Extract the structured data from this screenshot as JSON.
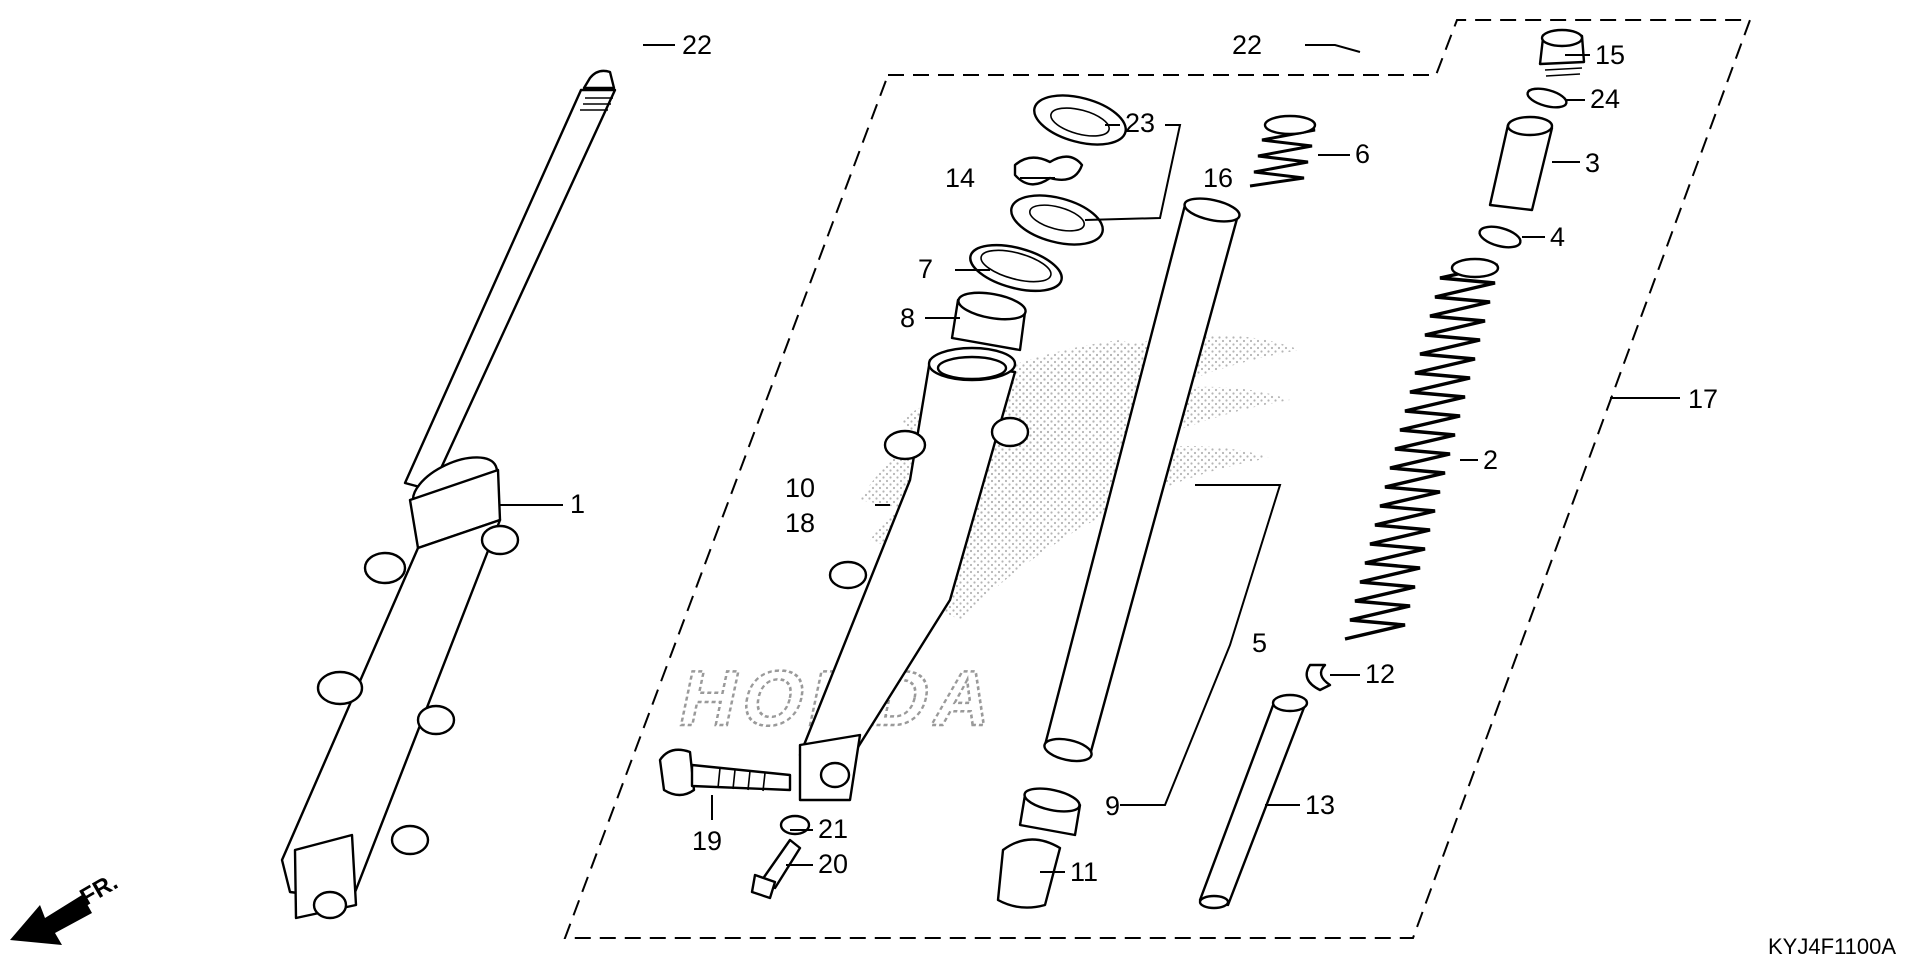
{
  "diagram": {
    "drawing_code": "KYJ4F1100A",
    "front_indicator": "FR.",
    "brand_watermark": "HONDA",
    "callouts": [
      {
        "id": "c1",
        "label": "1"
      },
      {
        "id": "c2",
        "label": "2"
      },
      {
        "id": "c3",
        "label": "3"
      },
      {
        "id": "c4",
        "label": "4"
      },
      {
        "id": "c5",
        "label": "5"
      },
      {
        "id": "c6",
        "label": "6"
      },
      {
        "id": "c7",
        "label": "7"
      },
      {
        "id": "c8",
        "label": "8"
      },
      {
        "id": "c9",
        "label": "9"
      },
      {
        "id": "c10",
        "label": "10"
      },
      {
        "id": "c11",
        "label": "11"
      },
      {
        "id": "c12",
        "label": "12"
      },
      {
        "id": "c13",
        "label": "13"
      },
      {
        "id": "c14",
        "label": "14"
      },
      {
        "id": "c15",
        "label": "15"
      },
      {
        "id": "c16",
        "label": "16"
      },
      {
        "id": "c17",
        "label": "17"
      },
      {
        "id": "c18",
        "label": "18"
      },
      {
        "id": "c19",
        "label": "19"
      },
      {
        "id": "c20",
        "label": "20"
      },
      {
        "id": "c21",
        "label": "21"
      },
      {
        "id": "c22a",
        "label": "22"
      },
      {
        "id": "c22b",
        "label": "22"
      },
      {
        "id": "c23",
        "label": "23"
      },
      {
        "id": "c24",
        "label": "24"
      }
    ]
  }
}
